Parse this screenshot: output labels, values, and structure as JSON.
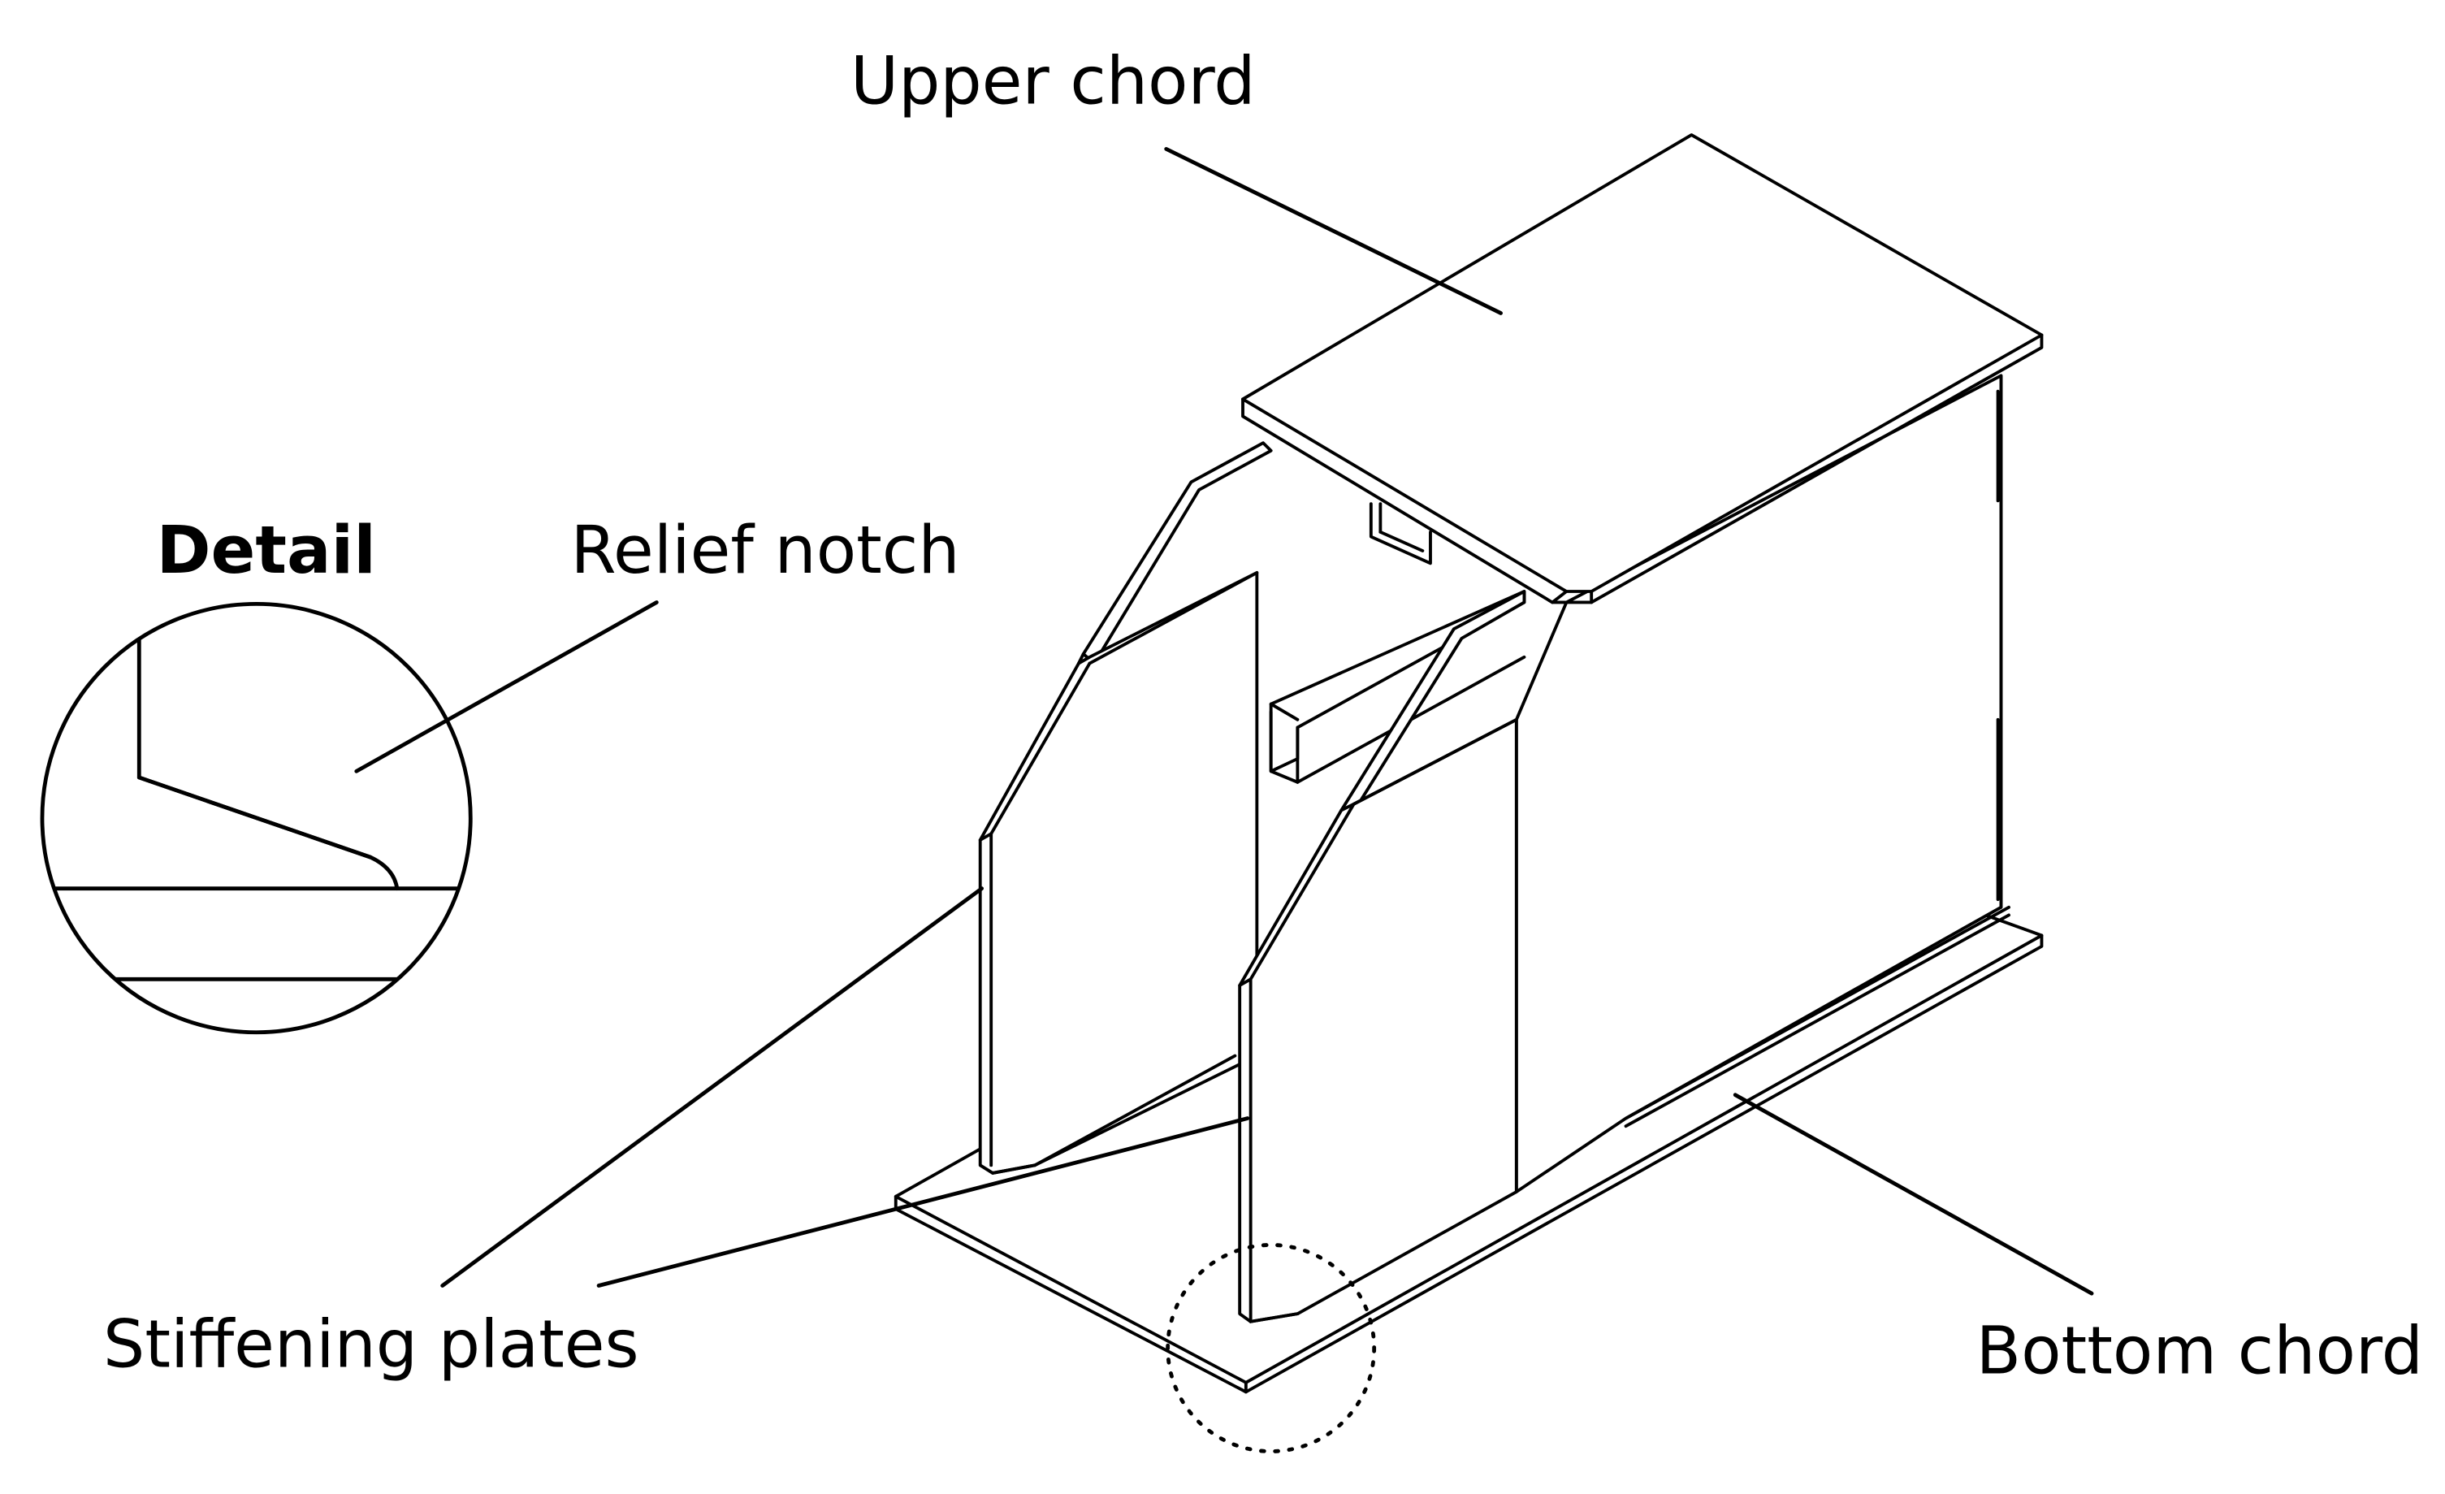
{
  "labels": {
    "upper_chord": "Upper chord",
    "relief_notch": "Relief notch",
    "detail": "Detail",
    "stiffening_plates": "Stiffening plates",
    "bottom_chord": "Bottom chord"
  },
  "colors": {
    "line": "#000000",
    "background": "#ffffff"
  }
}
